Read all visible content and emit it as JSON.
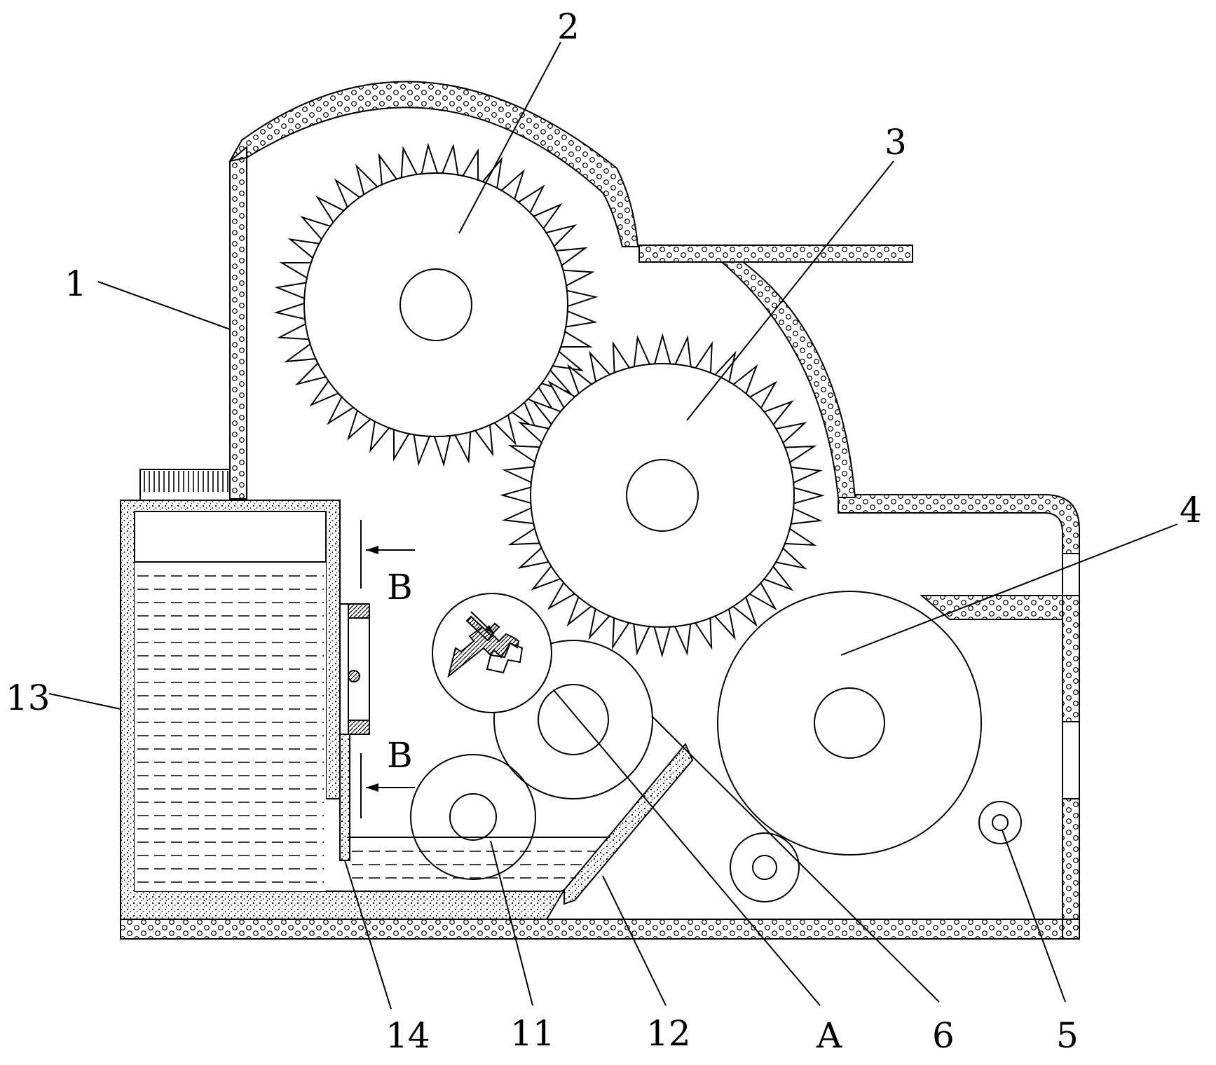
{
  "labels": {
    "l1": "1",
    "l2": "2",
    "l3": "3",
    "l4": "4",
    "l5": "5",
    "l6": "6",
    "l11": "11",
    "l12": "12",
    "l13": "13",
    "l14": "14",
    "lA": "A",
    "lB1": "B",
    "lB2": "B"
  }
}
